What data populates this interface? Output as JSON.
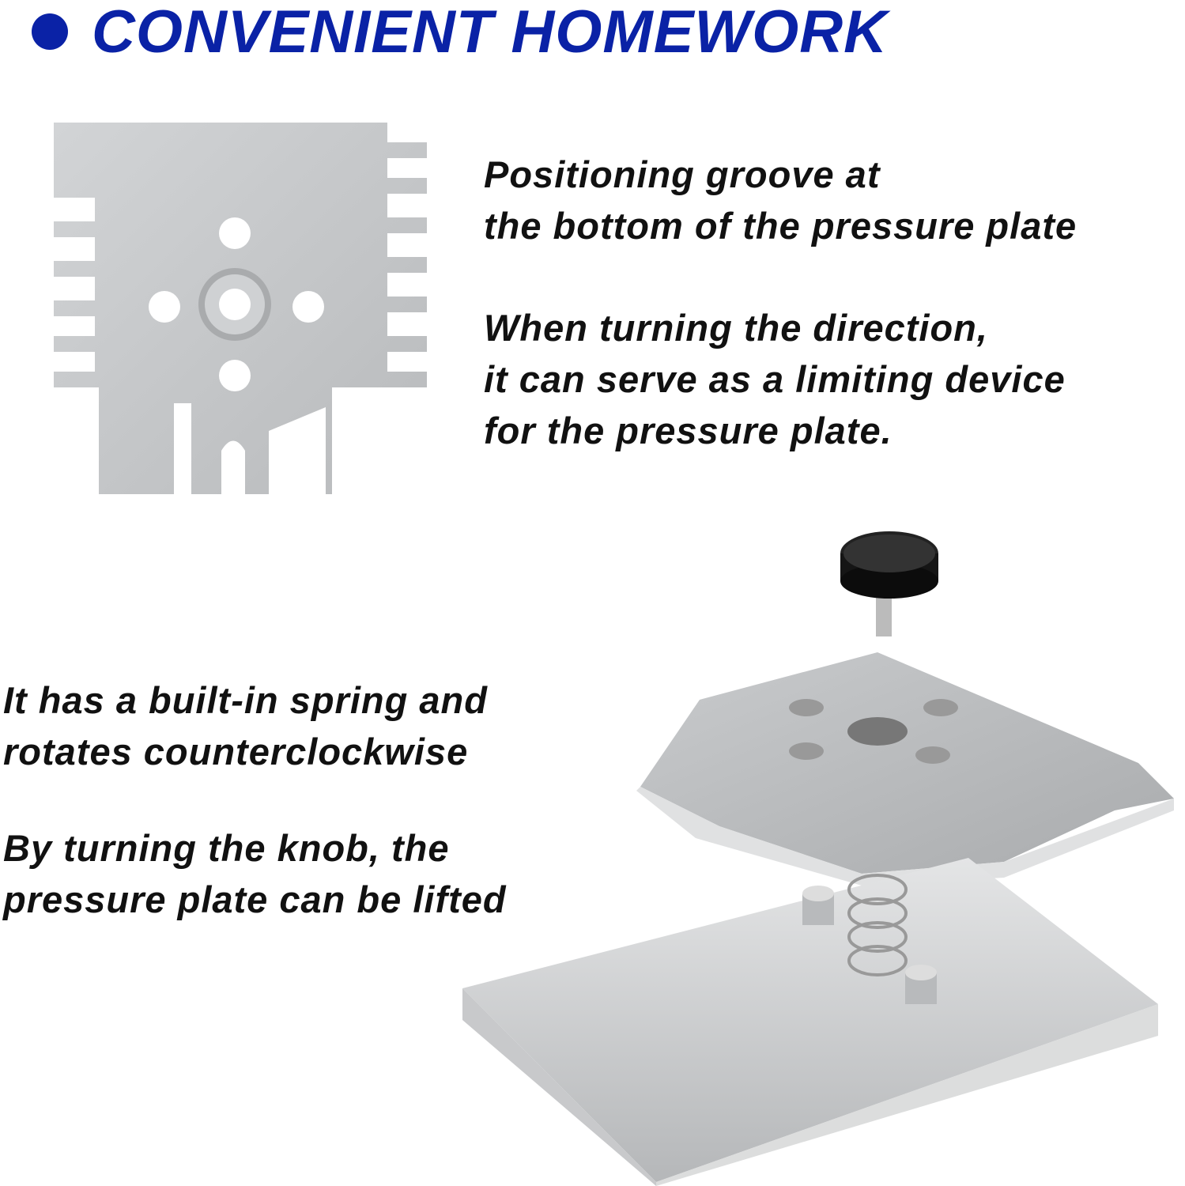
{
  "title": "CONVENIENT HOMEWORK",
  "colors": {
    "accent": "#0a22a6",
    "text": "#111111",
    "metal": "#c4c6c8"
  },
  "right_text": {
    "p1": [
      "Positioning groove at",
      "the bottom of the pressure plate"
    ],
    "p2": [
      "When turning the direction,",
      "it can serve as a limiting device",
      "for the pressure plate."
    ]
  },
  "left_text": {
    "p1": [
      "It has a built-in spring and",
      "rotates counterclockwise"
    ],
    "p2": [
      "By turning the knob, the",
      "pressure plate can be lifted"
    ]
  }
}
